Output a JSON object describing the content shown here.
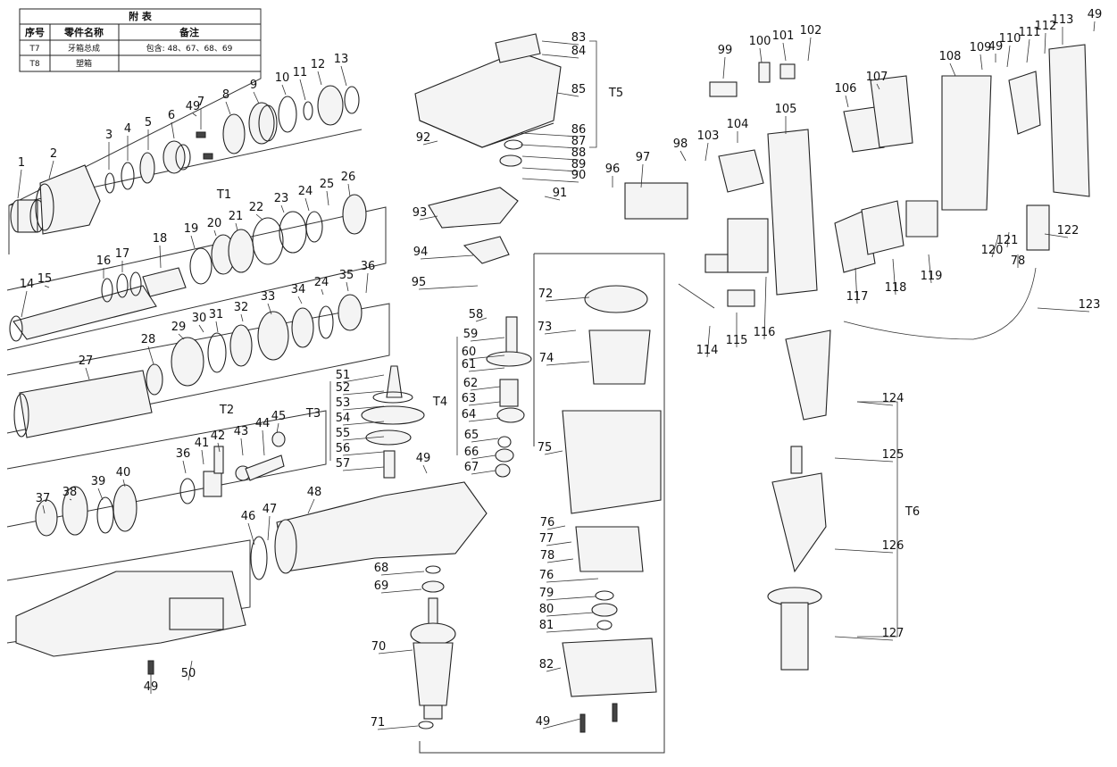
{
  "table": {
    "title": "附 表",
    "headers": [
      "序号",
      "零件名称",
      "备注"
    ],
    "rows": [
      {
        "id": "T7",
        "name": "牙箱总成",
        "note": "包含: 48、67、68、69"
      },
      {
        "id": "T8",
        "name": "塑箱",
        "note": ""
      }
    ]
  },
  "groups": [
    "T1",
    "T2",
    "T3",
    "T4",
    "T5",
    "T6"
  ],
  "labels": [
    "1",
    "2",
    "3",
    "4",
    "5",
    "6",
    "7",
    "8",
    "9",
    "10",
    "11",
    "12",
    "13",
    "14",
    "15",
    "16",
    "17",
    "18",
    "19",
    "20",
    "21",
    "22",
    "23",
    "24",
    "25",
    "26",
    "27",
    "28",
    "29",
    "30",
    "31",
    "32",
    "33",
    "34",
    "24",
    "35",
    "36",
    "36",
    "37",
    "38",
    "39",
    "40",
    "41",
    "42",
    "43",
    "44",
    "45",
    "46",
    "47",
    "48",
    "49",
    "49",
    "49",
    "49",
    "49",
    "49",
    "50",
    "51",
    "52",
    "53",
    "54",
    "55",
    "56",
    "57",
    "58",
    "59",
    "60",
    "61",
    "62",
    "63",
    "64",
    "65",
    "66",
    "67",
    "68",
    "69",
    "70",
    "71",
    "72",
    "73",
    "74",
    "75",
    "76",
    "76",
    "77",
    "78",
    "78",
    "79",
    "80",
    "81",
    "82",
    "83",
    "84",
    "85",
    "86",
    "87",
    "88",
    "89",
    "90",
    "91",
    "92",
    "93",
    "94",
    "95",
    "96",
    "97",
    "98",
    "99",
    "100",
    "101",
    "102",
    "103",
    "104",
    "105",
    "106",
    "107",
    "108",
    "109",
    "110",
    "111",
    "112",
    "113",
    "114",
    "115",
    "116",
    "117",
    "118",
    "119",
    "120",
    "121",
    "122",
    "123",
    "124",
    "125",
    "126",
    "127"
  ]
}
